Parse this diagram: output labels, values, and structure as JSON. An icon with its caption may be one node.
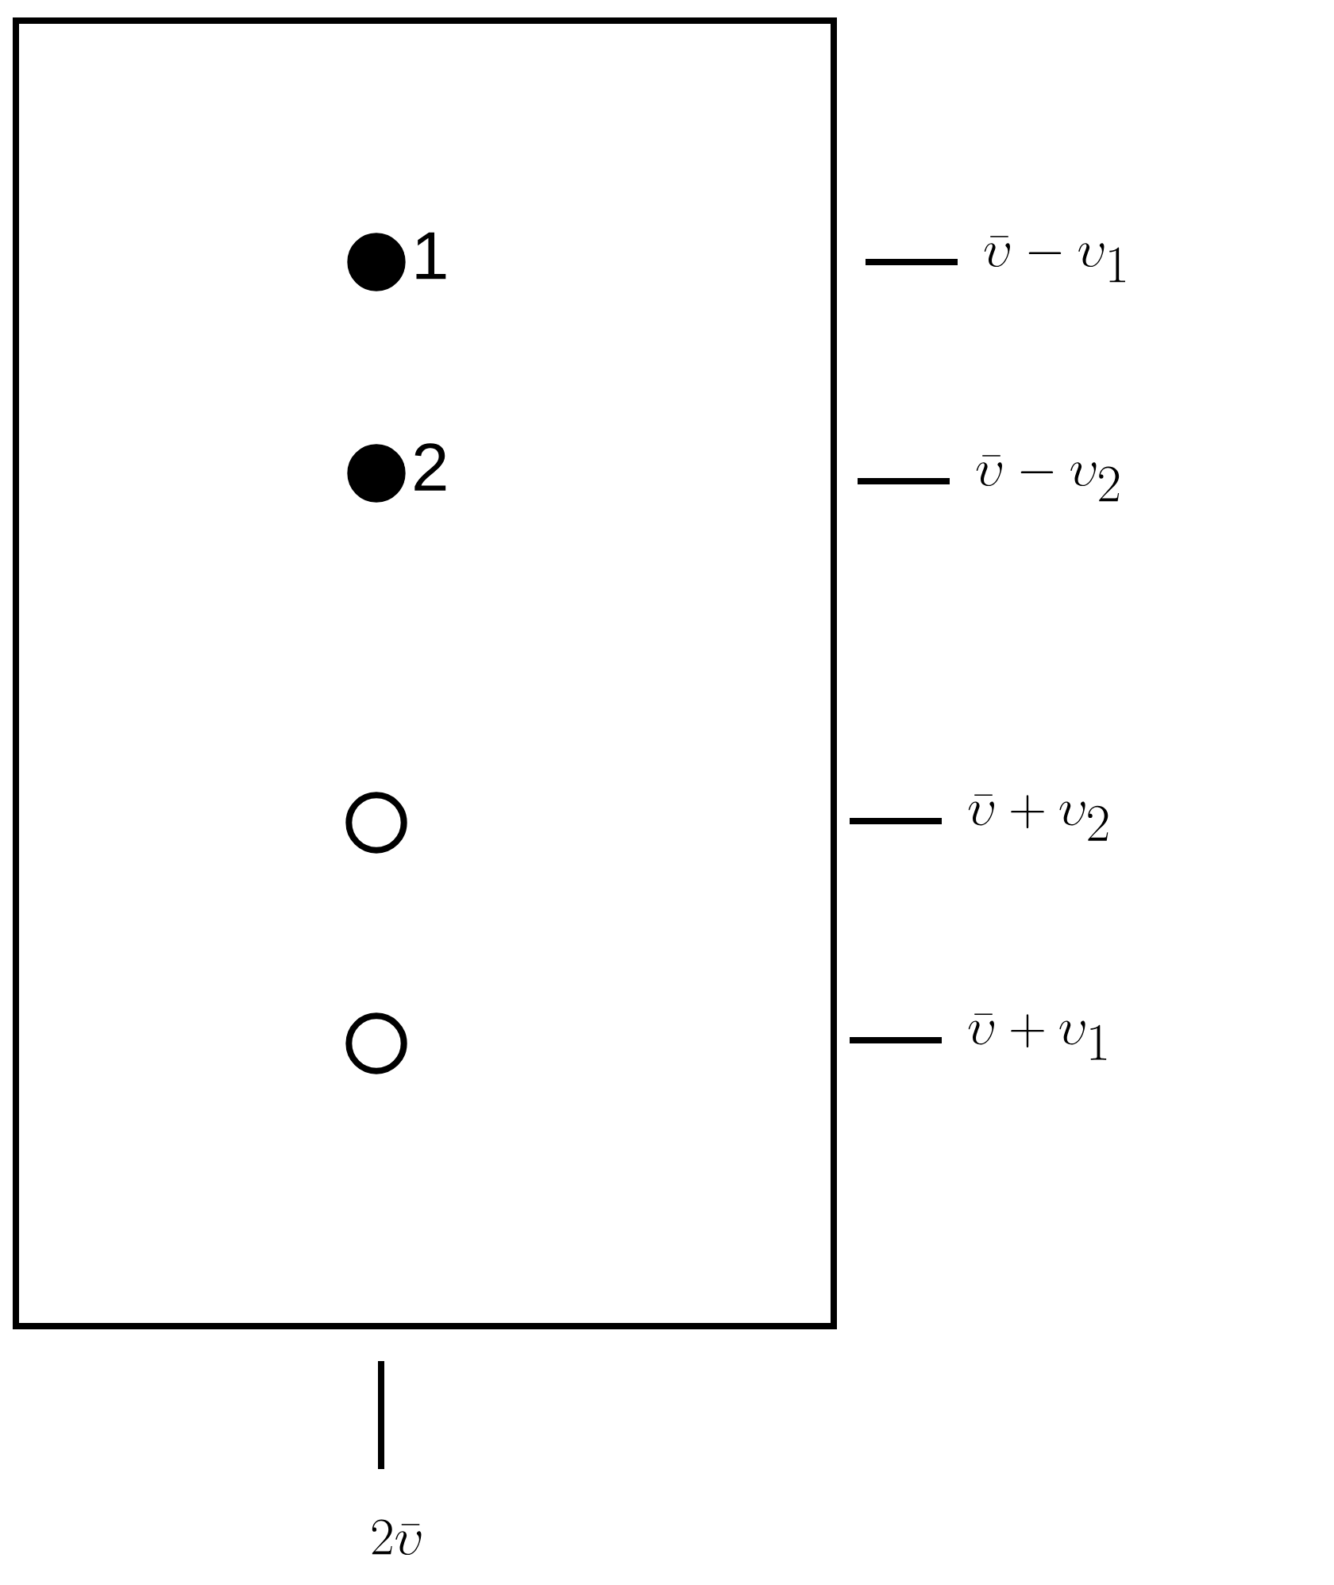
{
  "diagram": {
    "nodes": [
      {
        "text": [],
        "shape": "box"
      },
      {
        "text": [],
        "shape": "dot",
        "in": 0,
        "beside": [
          "1"
        ]
      },
      {
        "text": [],
        "shape": "dot",
        "in": 0,
        "beside": [
          "2"
        ]
      },
      {
        "text": [],
        "shape": "circle",
        "in": 0
      },
      {
        "text": [],
        "shape": "circle",
        "in": 0
      }
    ],
    "labels": [
      "\\bar{\\upsilon} - \\upsilon_{1}",
      "\\bar{\\upsilon} - \\upsilon_{2}",
      "\\bar{\\upsilon} + \\upsilon_{2}",
      "\\bar{\\upsilon} + \\upsilon_{1}",
      "2\\bar{\\upsilon}"
    ]
  }
}
